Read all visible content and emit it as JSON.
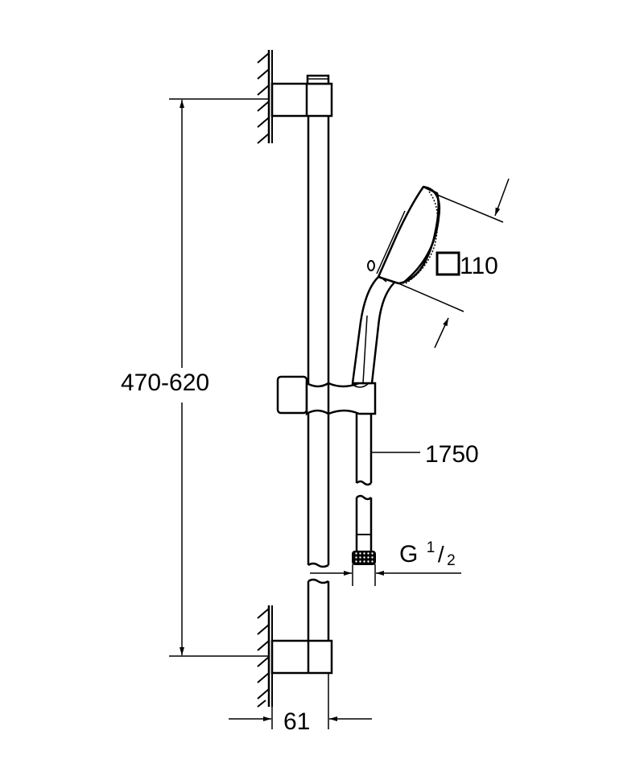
{
  "diagram": {
    "subject": "Shower rail set dimension drawing",
    "colors": {
      "line": "#000000",
      "background": "#ffffff"
    },
    "dimensions": {
      "rail_height": {
        "label": "470-620"
      },
      "hose_length": {
        "label": "1750"
      },
      "handshower_size": {
        "symbol": "square",
        "label": "110"
      },
      "connection_thread": {
        "main": "G",
        "superscript": "1",
        "subscript": "2"
      },
      "wall_projection": {
        "label": "61"
      }
    },
    "components": [
      {
        "name": "upper wall bracket"
      },
      {
        "name": "sliding rail"
      },
      {
        "name": "handshower holder slider"
      },
      {
        "name": "handshower"
      },
      {
        "name": "shower hose"
      },
      {
        "name": "hose nut"
      },
      {
        "name": "lower wall bracket"
      }
    ]
  }
}
